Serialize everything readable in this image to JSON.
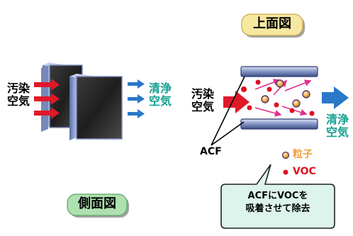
{
  "side_view": {
    "title": "側面図",
    "inlet_label": "汚染\n空気",
    "outlet_label": "清浄\n空気"
  },
  "top_view": {
    "title": "上面図",
    "inlet_label": "汚染\n空気",
    "outlet_label": "清浄\n空気",
    "acf_label": "ACF",
    "legend": [
      {
        "name": "粒子",
        "color": "#f0a040"
      },
      {
        "name": "VOC",
        "color": "#e01020"
      }
    ],
    "callout": "ACFにVOCを\n吸着させて除去"
  },
  "colors": {
    "red_arrow": "#e01828",
    "blue_arrow": "#2a78c8",
    "teal_text": "#14a090",
    "magenta_arrow": "#e0308c",
    "pill_fill": "#f6e8a0",
    "pill_green": "#aee0b0",
    "callout_fill": "#dcf4ec"
  }
}
